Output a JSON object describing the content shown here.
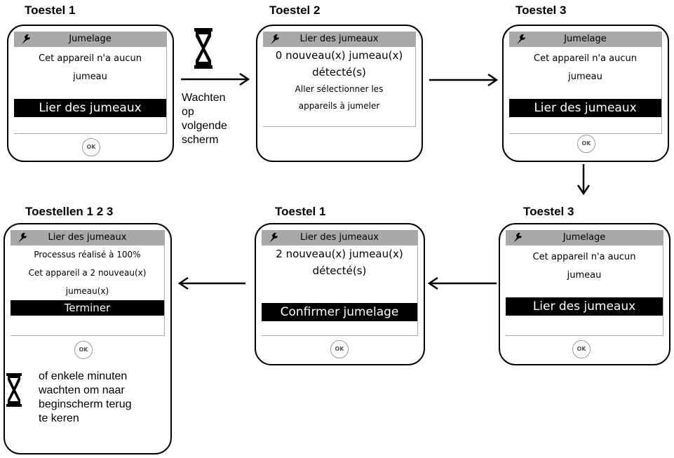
{
  "steps": [
    {
      "label": "Toestel 1",
      "header": "Jumelage",
      "lines": [
        "Cet appareil n'a aucun",
        "jumeau"
      ],
      "bar": "Lier des jumeaux",
      "ok": "OK"
    },
    {
      "label": "Toestel 2",
      "header": "Lier des jumeaux",
      "lines": [
        "0 nouveau(x) jumeau(x)",
        "détecté(s)",
        "Aller sélectionner les",
        "appareils à jumeler"
      ]
    },
    {
      "label": "Toestel 3",
      "header": "Jumelage",
      "lines": [
        "Cet appareil n'a aucun",
        "jumeau"
      ],
      "bar": "Lier des jumeaux",
      "ok": "OK"
    },
    {
      "label": "Toestel 3",
      "header": "Jumelage",
      "lines": [
        "Cet appareil n'a aucun",
        "jumeau"
      ],
      "bar": "Lier des jumeaux",
      "ok": "OK"
    },
    {
      "label": "Toestel 1",
      "header": "Lier des jumeaux",
      "lines": [
        "2 nouveau(x) jumeau(x)",
        "détecté(s)"
      ],
      "bar": "Confirmer jumelage",
      "ok": "OK"
    },
    {
      "label": "Toestellen 1 2 3",
      "header": "Lier des jumeaux",
      "lines": [
        "Processus réalisé à 100%",
        "Cet appareil a 2 nouveau(x)",
        "jumeau(x)"
      ],
      "bar": "Terminer",
      "ok": "OK"
    }
  ],
  "wait_note": "Wachten op volgende scherm",
  "wait_lines": [
    "Wachten",
    "op",
    "volgende",
    "scherm"
  ],
  "final_note_lines": [
    "of enkele minuten",
    "wachten om naar",
    "beginscherm terug",
    "te keren"
  ],
  "icons": {
    "header": "wrench-icon",
    "wait": "hourglass-icon"
  }
}
